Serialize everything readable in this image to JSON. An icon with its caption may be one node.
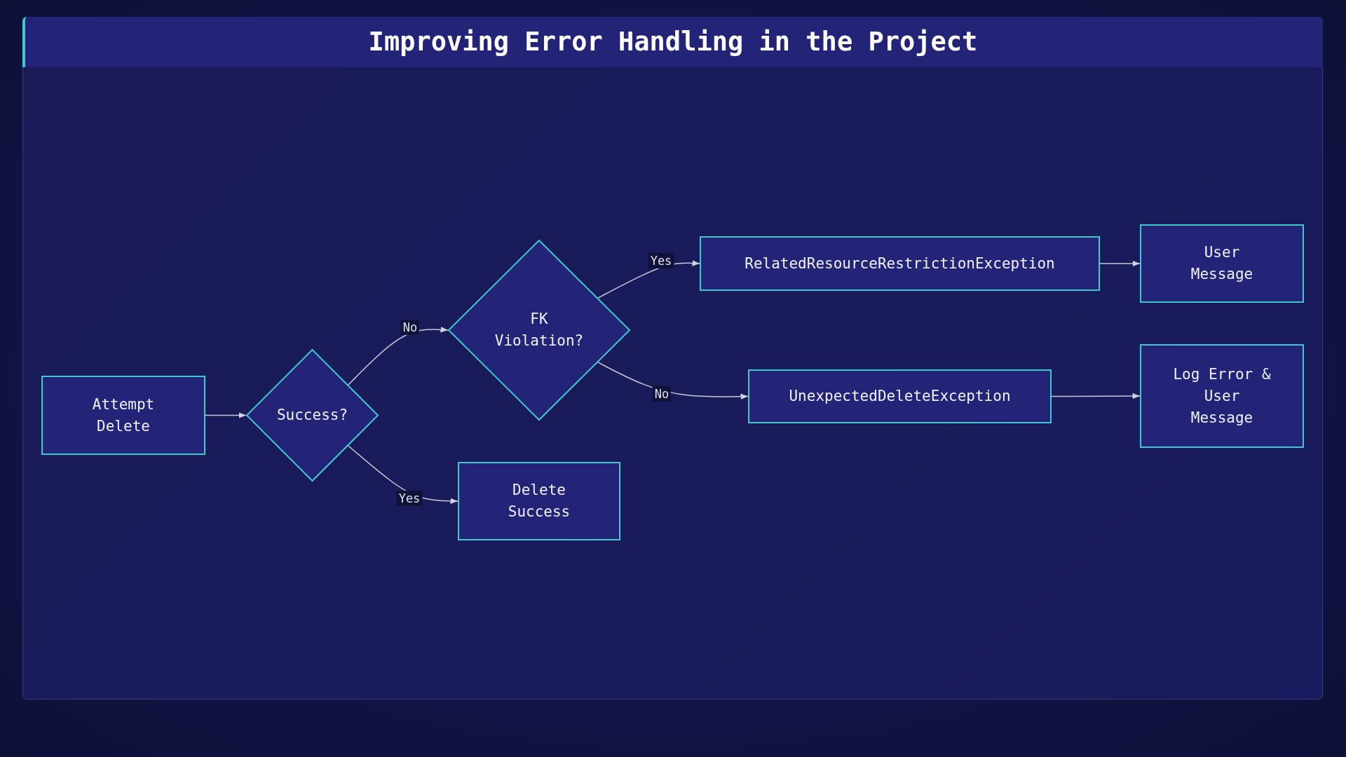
{
  "diagram": {
    "title": "Improving Error Handling in the Project",
    "nodes": [
      {
        "text": [
          "Attempt Delete"
        ]
      },
      {
        "text": [
          "Success?"
        ]
      },
      {
        "text": [
          "FK Violation?"
        ]
      },
      {
        "text": [
          "Delete Success"
        ]
      },
      {
        "text": [
          "RelatedResourceRestrictionException"
        ]
      },
      {
        "text": [
          "UnexpectedDeleteException"
        ]
      },
      {
        "text": [
          "User Message"
        ]
      },
      {
        "text": [
          "Log Error & User Message"
        ]
      }
    ],
    "edges": [
      {
        "from": 0,
        "to": 1,
        "arrow": "to"
      },
      {
        "from": 1,
        "to": 2,
        "arrow": "to",
        "label": "No"
      },
      {
        "from": 1,
        "to": 3,
        "arrow": "to",
        "label": "Yes"
      },
      {
        "from": 2,
        "to": 4,
        "arrow": "to",
        "label": "Yes"
      },
      {
        "from": 2,
        "to": 5,
        "arrow": "to",
        "label": "No"
      },
      {
        "from": 4,
        "to": 6,
        "arrow": "to"
      },
      {
        "from": 5,
        "to": 7,
        "arrow": "to"
      }
    ]
  }
}
